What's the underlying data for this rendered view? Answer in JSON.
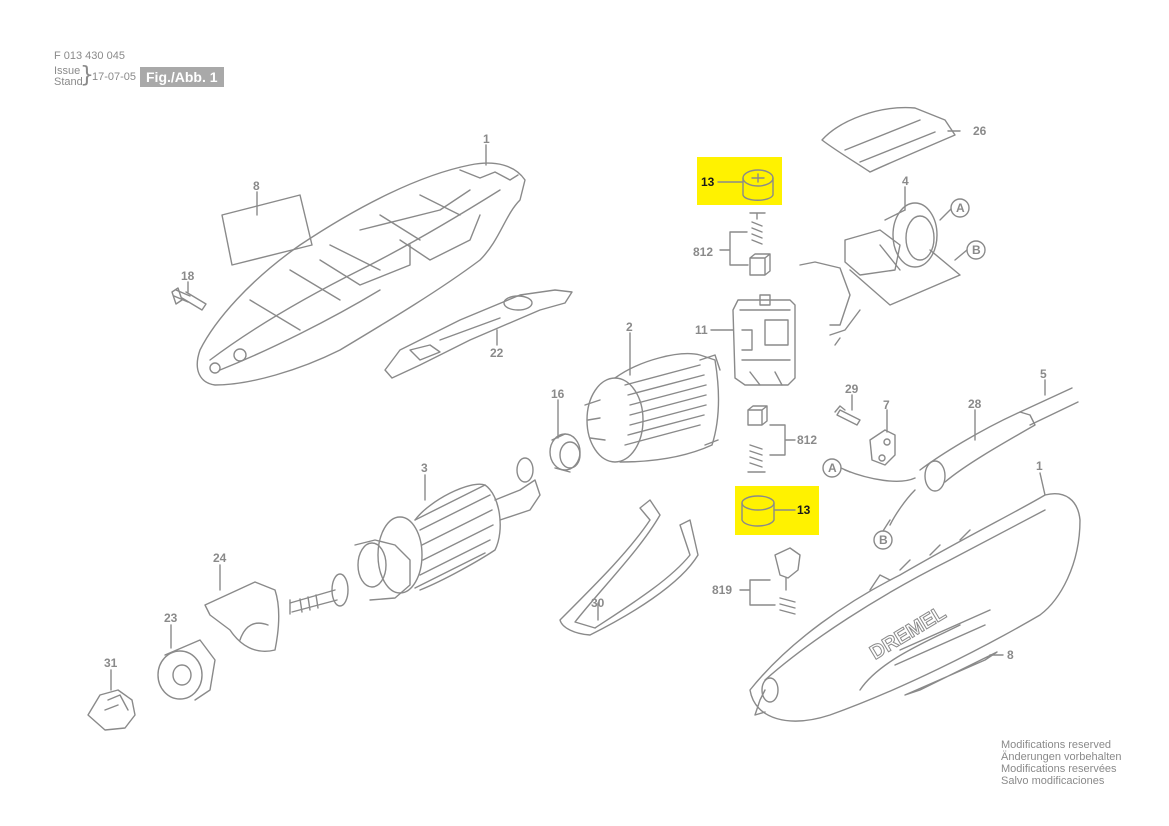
{
  "header": {
    "part_number": "F 013 430 045",
    "issue_label": "Issue",
    "stand_label": "Stand",
    "date": "17-07-05",
    "figure": "Fig./Abb. 1"
  },
  "labels": {
    "p1a": "1",
    "p1b": "1",
    "p2": "2",
    "p3": "3",
    "p4": "4",
    "p5": "5",
    "p7": "7",
    "p8a": "8",
    "p8b": "8",
    "p11": "11",
    "p13a": "13",
    "p13b": "13",
    "p16": "16",
    "p18": "18",
    "p22": "22",
    "p23": "23",
    "p24": "24",
    "p26": "26",
    "p28": "28",
    "p29": "29",
    "p30": "30",
    "p31": "31",
    "p812a": "812",
    "p812b": "812",
    "p819": "819",
    "refA1": "A",
    "refB1": "B",
    "refA2": "A",
    "refB2": "B",
    "brand": "DREMEL"
  },
  "notes": {
    "line1": "Modifications reserved",
    "line2": "Änderungen vorbehalten",
    "line3": "Modifications reservées",
    "line4": "Salvo modificaciones"
  },
  "colors": {
    "highlight": "#fff200",
    "line": "#8a8a8a",
    "figure_bg": "#a9a9a9"
  }
}
